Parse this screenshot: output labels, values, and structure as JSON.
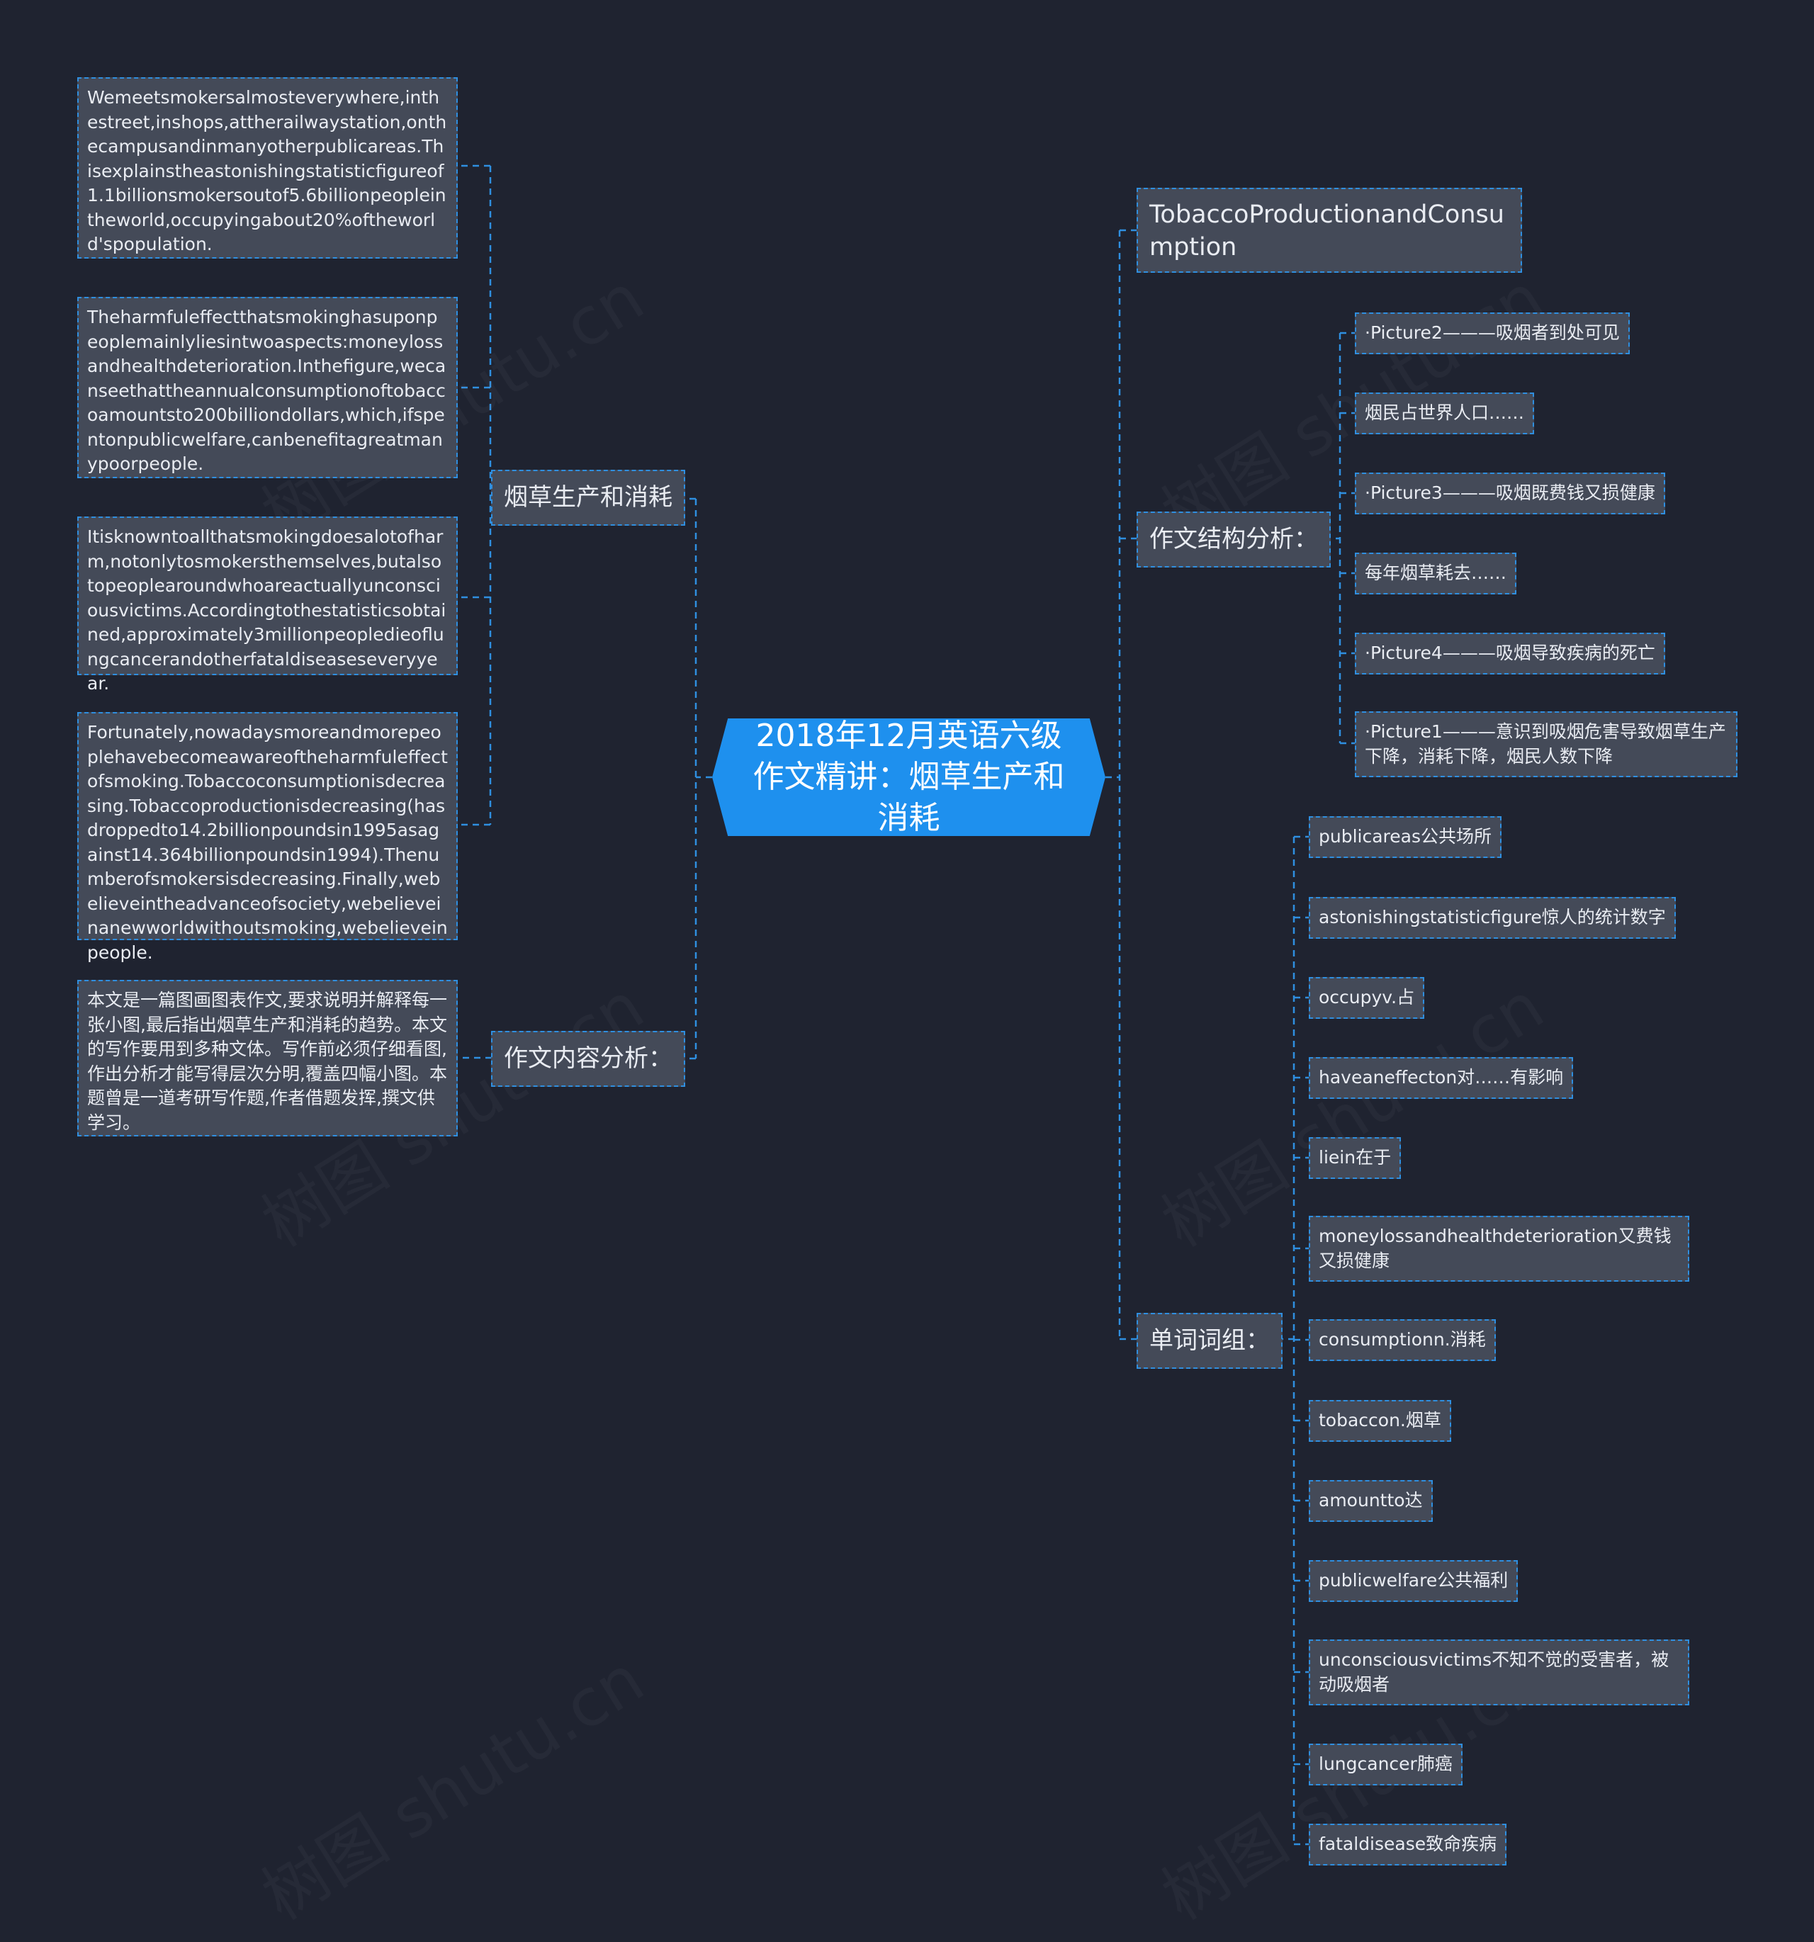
{
  "root": {
    "title": "2018年12月英语六级作文精讲：烟草生产和消耗"
  },
  "left": {
    "production": {
      "label": "烟草生产和消耗",
      "paragraphs": [
        "Wemeetsmokersalmosteverywhere,inthestreet,inshops,attherailwaystation,onthecampusandinmanyotherpublicareas.Thisexplainstheastonishingstatisticfigureof1.1billionsmokersoutof5.6billionpeopleintheworld,occupyingabout20%oftheworld'spopulation.",
        "Theharmfuleffectthatsmokinghasuponpeoplemainlyliesintwoaspects:moneylossandhealthdeterioration.Inthefigure,wecanseethattheannualconsumptionoftobaccoamountsto200billiondollars,which,ifspentonpublicwelfare,canbenefitagreatmanypoorpeople.",
        "Itisknowntoallthatsmokingdoesalotofharm,notonlytosmokersthemselves,butalsotopeoplearoundwhoareactuallyunconsciousvictims.Accordingtothestatisticsobtained,approximately3millionpeopledieoflungcancerandotherfataldiseaseseveryyear.",
        "Fortunately,nowadaysmoreandmorepeoplehavebecomeawareoftheharmfuleffectofsmoking.Tobaccoconsumptionisdecreasing.Tobaccoproductionisdecreasing(hasdroppedto14.2billionpoundsin1995asagainst14.364billionpoundsin1994).Thenumberofsmokersisdecreasing.Finally,webelieveintheadvanceofsociety,webelieveinanewworldwithoutsmoking,webelieveinpeople."
      ]
    },
    "content": {
      "label": "作文内容分析：",
      "text": "本文是一篇图画图表作文,要求说明并解释每一张小图,最后指出烟草生产和消耗的趋势。本文的写作要用到多种文体。写作前必须仔细看图,作出分析才能写得层次分明,覆盖四幅小图。本题曾是一道考研写作题,作者借题发挥,撰文供学习。"
    }
  },
  "right": {
    "title_node": {
      "text": "TobaccoProductionandConsumption"
    },
    "structure": {
      "label": "作文结构分析：",
      "items": [
        "·Picture2———吸烟者到处可见",
        "烟民占世界人口……",
        "·Picture3———吸烟既费钱又损健康",
        "每年烟草耗去……",
        "·Picture4———吸烟导致疾病的死亡",
        "·Picture1———意识到吸烟危害导致烟草生产下降，消耗下降，烟民人数下降"
      ]
    },
    "vocab": {
      "label": "单词词组：",
      "items": [
        "publicareas公共场所",
        "astonishingstatisticfigure惊人的统计数字",
        "occupyv.占",
        "haveaneffecton对……有影响",
        "liein在于",
        "moneylossandhealthdeterioration又费钱又损健康",
        "consumptionn.消耗",
        "tobaccon.烟草",
        "amountto达",
        "publicwelfare公共福利",
        "unconsciousvictims不知不觉的受害者，被动吸烟者",
        "lungcancer肺癌",
        "fataldisease致命疾病"
      ]
    }
  },
  "colors": {
    "background": "#1f2330",
    "root": "#1e90ee",
    "node": "#444a58",
    "line": "#2f8fe0"
  },
  "watermark": "树图 shutu.cn"
}
